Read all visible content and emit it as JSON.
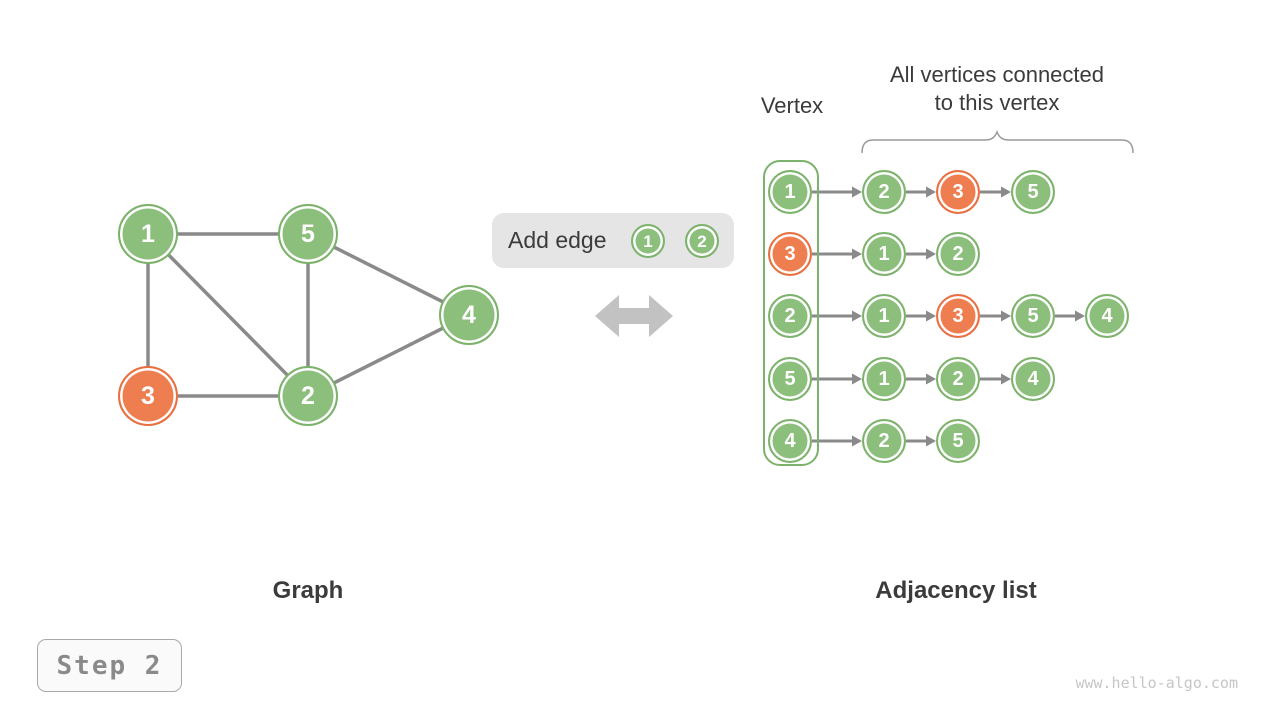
{
  "colors": {
    "green_fill": "#8cbe7c",
    "green_border": "#7cb26b",
    "orange_fill": "#ee7e50",
    "orange_border": "#e96f40",
    "edge_gray": "#8a8a8a",
    "double_arrow_gray": "#c2c2c2",
    "panel_gray": "#e5e5e5",
    "brace_gray": "#9a9a9a",
    "text_dark": "#3b3b3b",
    "muted_gray": "#8a8a8a",
    "watermark_gray": "#c6c6c6"
  },
  "operation": {
    "label": "Add edge",
    "edge_vertices": [
      {
        "id": "1",
        "color": "green"
      },
      {
        "id": "2",
        "color": "green"
      }
    ]
  },
  "graph": {
    "caption": "Graph",
    "vertices": [
      {
        "id": "1",
        "color": "green"
      },
      {
        "id": "5",
        "color": "green"
      },
      {
        "id": "4",
        "color": "green"
      },
      {
        "id": "3",
        "color": "orange"
      },
      {
        "id": "2",
        "color": "green"
      }
    ],
    "edges": [
      [
        "1",
        "5"
      ],
      [
        "1",
        "3"
      ],
      [
        "1",
        "2"
      ],
      [
        "5",
        "2"
      ],
      [
        "5",
        "4"
      ],
      [
        "3",
        "2"
      ],
      [
        "2",
        "4"
      ]
    ]
  },
  "adjacency_list": {
    "caption": "Adjacency list",
    "vertex_header": "Vertex",
    "neighbors_header_line1": "All vertices connected",
    "neighbors_header_line2": "to this vertex",
    "rows": [
      {
        "vertex": {
          "id": "1",
          "color": "green"
        },
        "neighbors": [
          {
            "id": "2",
            "color": "green"
          },
          {
            "id": "3",
            "color": "orange"
          },
          {
            "id": "5",
            "color": "green"
          }
        ]
      },
      {
        "vertex": {
          "id": "3",
          "color": "orange"
        },
        "neighbors": [
          {
            "id": "1",
            "color": "green"
          },
          {
            "id": "2",
            "color": "green"
          }
        ]
      },
      {
        "vertex": {
          "id": "2",
          "color": "green"
        },
        "neighbors": [
          {
            "id": "1",
            "color": "green"
          },
          {
            "id": "3",
            "color": "orange"
          },
          {
            "id": "5",
            "color": "green"
          },
          {
            "id": "4",
            "color": "green"
          }
        ]
      },
      {
        "vertex": {
          "id": "5",
          "color": "green"
        },
        "neighbors": [
          {
            "id": "1",
            "color": "green"
          },
          {
            "id": "2",
            "color": "green"
          },
          {
            "id": "4",
            "color": "green"
          }
        ]
      },
      {
        "vertex": {
          "id": "4",
          "color": "green"
        },
        "neighbors": [
          {
            "id": "2",
            "color": "green"
          },
          {
            "id": "5",
            "color": "green"
          }
        ]
      }
    ]
  },
  "footer": {
    "step_label": "Step 2",
    "watermark": "www.hello-algo.com"
  }
}
